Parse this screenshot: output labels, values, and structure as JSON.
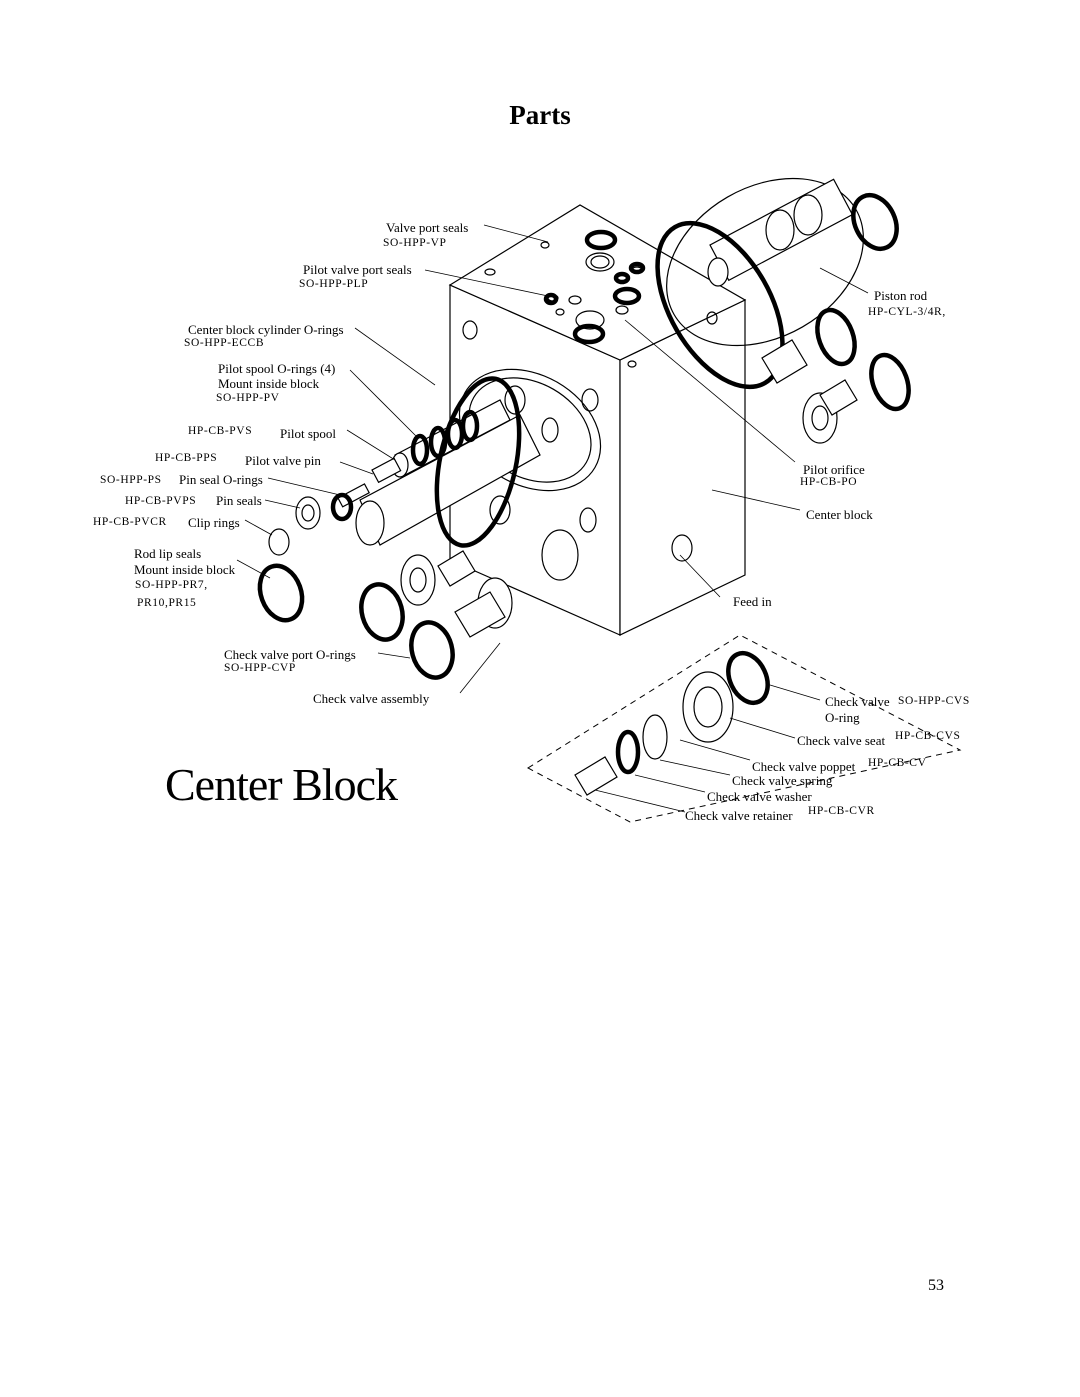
{
  "page": {
    "title": "Parts",
    "section_title": "Center Block",
    "page_number": "53"
  },
  "labels": {
    "valve_port_seals": "Valve port seals",
    "valve_port_seals_code": "SO-HPP-VP",
    "pilot_valve_port_seals": "Pilot valve port seals",
    "pilot_valve_port_seals_code": "SO-HPP-PLP",
    "center_block_cylinder_orings": "Center block cylinder O-rings",
    "center_block_cylinder_orings_code": "SO-HPP-ECCB",
    "pilot_spool_orings": "Pilot spool O-rings (4)",
    "mount_inside_block_1": "Mount inside block",
    "pilot_spool_orings_code": "SO-HPP-PV",
    "pilot_spool_code": "HP-CB-PVS",
    "pilot_spool": "Pilot spool",
    "pilot_valve_pin_code": "HP-CB-PPS",
    "pilot_valve_pin": "Pilot valve pin",
    "pin_seal_orings_code": "SO-HPP-PS",
    "pin_seal_orings": "Pin seal O-rings",
    "pin_seals_code": "HP-CB-PVPS",
    "pin_seals": "Pin seals",
    "clip_rings_code": "HP-CB-PVCR",
    "clip_rings": "Clip rings",
    "rod_lip_seals": "Rod lip seals",
    "mount_inside_block_2": "Mount inside block",
    "rod_lip_seals_code_1": "SO-HPP-PR7,",
    "rod_lip_seals_code_2": "PR10,PR15",
    "check_valve_port_orings": "Check valve port O-rings",
    "check_valve_port_orings_code": "SO-HPP-CVP",
    "check_valve_assembly": "Check valve assembly",
    "piston_rod": "Piston rod",
    "piston_rod_code": "HP-CYL-3/4R,",
    "pilot_orifice": "Pilot orifice",
    "pilot_orifice_code": "HP-CB-PO",
    "center_block": "Center block",
    "feed_in": "Feed in",
    "check_valve_oring_1": "Check valve",
    "check_valve_oring_2": "O-ring",
    "check_valve_oring_code": "SO-HPP-CVS",
    "check_valve_seat": "Check valve seat",
    "check_valve_seat_code": "HP-CB-CVS",
    "check_valve_poppet": "Check valve poppet",
    "check_valve_poppet_code": "HP-CB-CV",
    "check_valve_spring": "Check valve spring",
    "check_valve_washer": "Check valve washer",
    "check_valve_retainer": "Check valve retainer",
    "check_valve_retainer_code": "HP-CB-CVR"
  }
}
